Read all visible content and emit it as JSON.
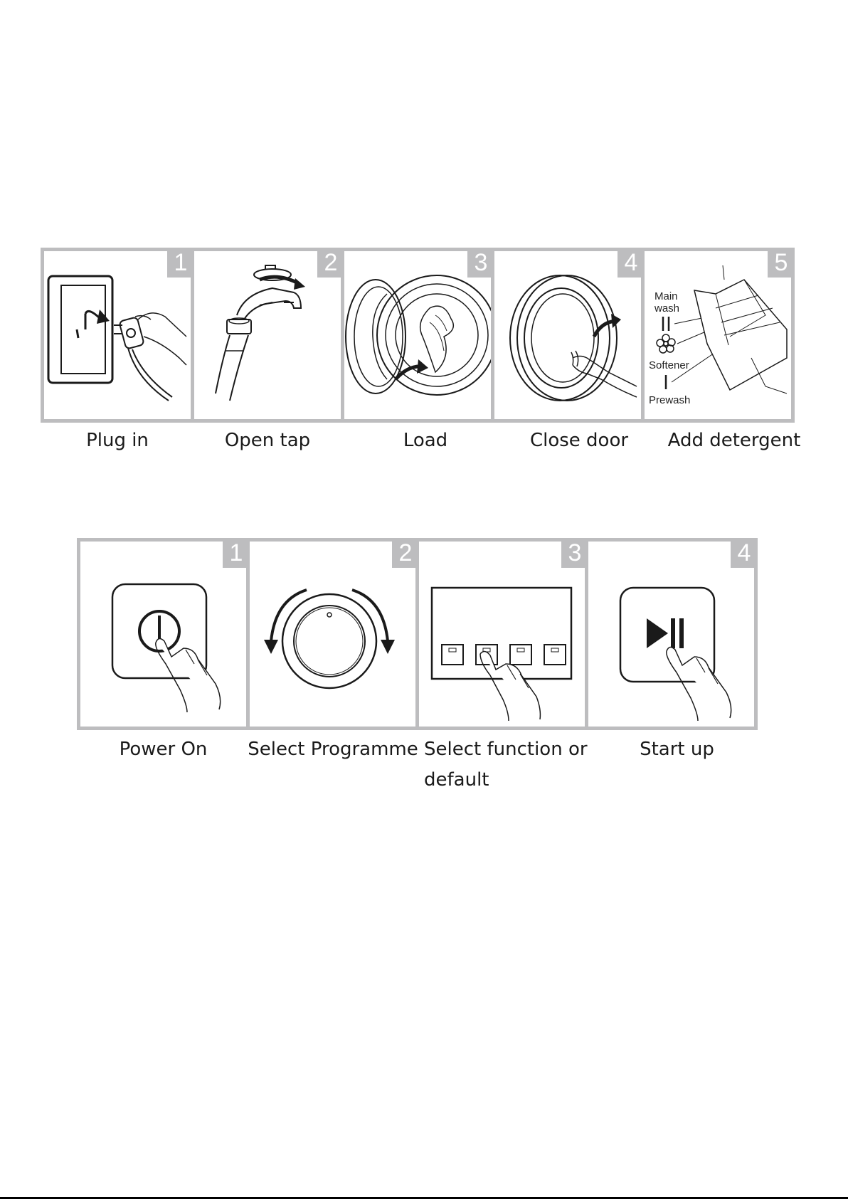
{
  "section1": {
    "steps": [
      {
        "number": "1",
        "caption": "Plug in",
        "icon": "plug-socket-icon"
      },
      {
        "number": "2",
        "caption": "Open tap",
        "icon": "water-tap-icon"
      },
      {
        "number": "3",
        "caption": "Load",
        "icon": "load-laundry-icon"
      },
      {
        "number": "4",
        "caption": "Close door",
        "icon": "close-door-icon"
      },
      {
        "number": "5",
        "caption": "Add detergent",
        "icon": "detergent-drawer-icon"
      }
    ],
    "drawer_labels": {
      "main_wash_line1": "Main",
      "main_wash_line2": "wash",
      "softener": "Softener",
      "prewash": "Prewash"
    }
  },
  "section2": {
    "steps": [
      {
        "number": "1",
        "caption": "Power On",
        "icon": "power-button-icon"
      },
      {
        "number": "2",
        "caption": "Select Programme",
        "icon": "programme-dial-icon"
      },
      {
        "number": "3",
        "caption_line1": "Select function or",
        "caption_line2": "default",
        "icon": "function-buttons-icon"
      },
      {
        "number": "4",
        "caption": "Start up",
        "icon": "start-pause-button-icon"
      }
    ]
  },
  "colors": {
    "frame": "#bdbdbf",
    "line": "#1a1a1a"
  }
}
